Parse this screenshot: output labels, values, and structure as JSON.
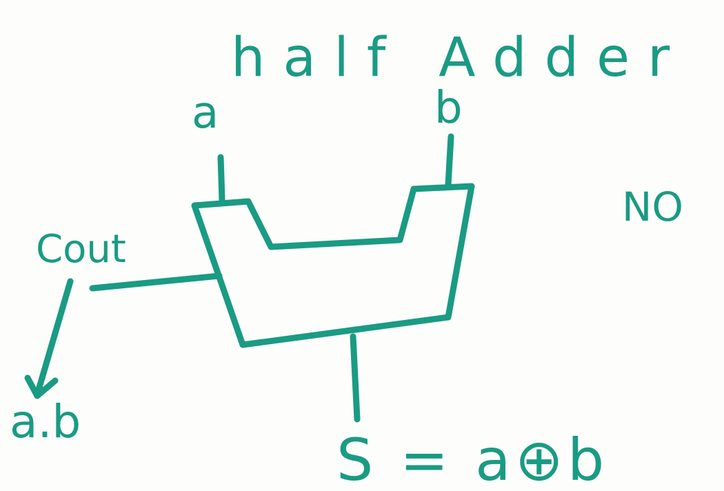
{
  "diagram": {
    "title": "half Adder",
    "ink_color": "#1a9b83",
    "inputs": {
      "a_label": "a",
      "b_label": "b"
    },
    "outputs": {
      "carry_label": "Cout",
      "carry_expression": "a.b",
      "sum_expression": "S = a⊕b"
    },
    "side_note": "NO"
  }
}
